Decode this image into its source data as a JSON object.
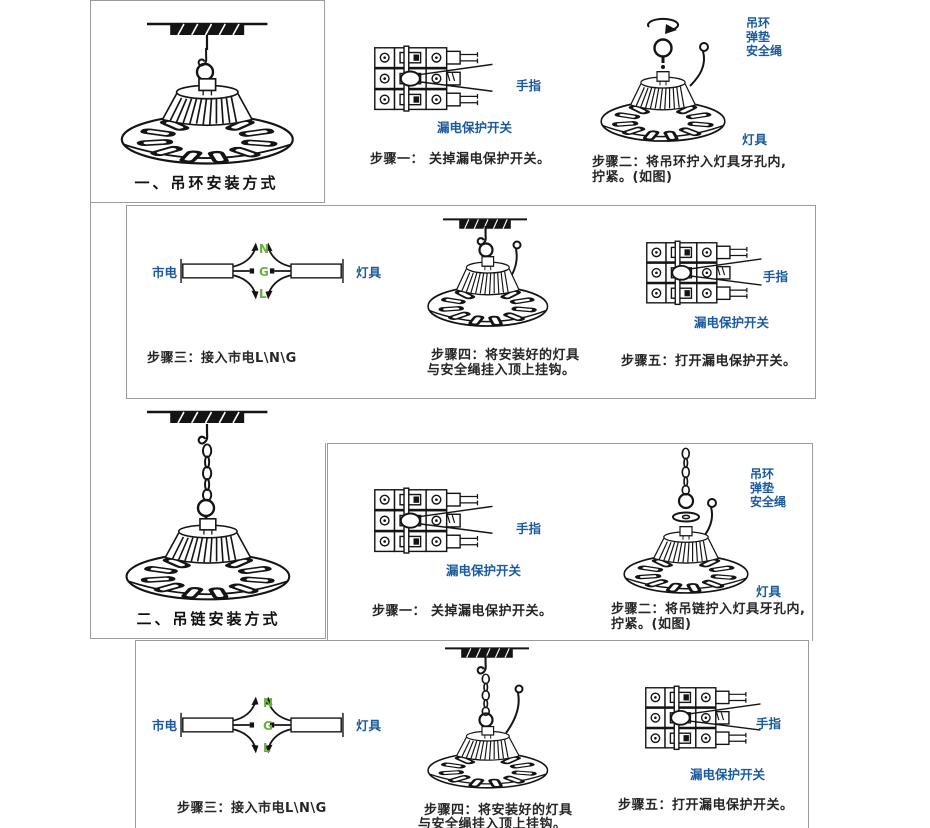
{
  "colors": {
    "blue": "#1a5a9d",
    "green": "#6ab03e",
    "ink": "#262626",
    "border": "#9b9b9b"
  },
  "method1": {
    "title": "一、吊环安装方式",
    "step1": {
      "text": "步骤一： 关掉漏电保护开关。",
      "finger_label": "手指",
      "switch_label": "漏电保护开关"
    },
    "step2": {
      "text_line1": "步骤二：将吊环拧入灯具牙孔内,",
      "text_line2": "拧紧。(如图)",
      "part_labels": [
        "吊环",
        "弹垫",
        "安全绳"
      ],
      "lamp_label": "灯具"
    },
    "step3": {
      "text": "步骤三：接入市电L\\N\\G",
      "mains_label": "市电",
      "lamp_label": "灯具",
      "wire_labels": [
        "N",
        "G",
        "L"
      ]
    },
    "step4": {
      "text_line1": "步骤四：将安装好的灯具",
      "text_line2": "与安全绳挂入顶上挂钩。"
    },
    "step5": {
      "text": "步骤五：打开漏电保护开关。",
      "finger_label": "手指",
      "switch_label": "漏电保护开关"
    }
  },
  "method2": {
    "title": "二、吊链安装方式",
    "step1": {
      "text": "步骤一： 关掉漏电保护开关。",
      "finger_label": "手指",
      "switch_label": "漏电保护开关"
    },
    "step2": {
      "text_line1": "步骤二：将吊链拧入灯具牙孔内,",
      "text_line2": "拧紧。(如图)",
      "part_labels": [
        "吊环",
        "弹垫",
        "安全绳"
      ],
      "lamp_label": "灯具"
    },
    "step3": {
      "text": "步骤三：接入市电L\\N\\G",
      "mains_label": "市电",
      "lamp_label": "灯具",
      "wire_labels": [
        "N",
        "G",
        "L"
      ]
    },
    "step4": {
      "text_line1": "步骤四：将安装好的灯具",
      "text_line2": "与安全绳挂入顶上挂钩。"
    },
    "step5": {
      "text": "步骤五：打开漏电保护开关。",
      "finger_label": "手指",
      "switch_label": "漏电保护开关"
    }
  }
}
